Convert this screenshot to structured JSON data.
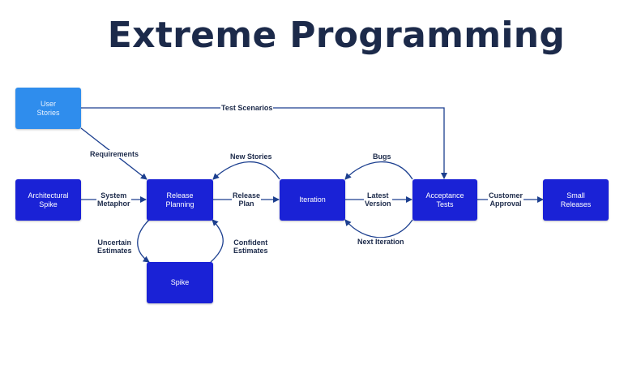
{
  "title": "Extreme Programming",
  "colors": {
    "node": "#1a22d6",
    "node_light": "#2f8ded",
    "edge": "#1c3f8f",
    "title": "#1c2a4a"
  },
  "nodes": {
    "user_stories": "User\nStories",
    "architectural_spike": "Architectural\nSpike",
    "release_planning": "Release\nPlanning",
    "iteration": "Iteration",
    "acceptance_tests": "Acceptance\nTests",
    "small_releases": "Small\nReleases",
    "spike": "Spike"
  },
  "edges": {
    "test_scenarios": "Test Scenarios",
    "requirements": "Requirements",
    "system_metaphor": "System\nMetaphor",
    "release_plan": "Release\nPlan",
    "new_stories": "New Stories",
    "bugs": "Bugs",
    "latest_version": "Latest\nVersion",
    "next_iteration": "Next Iteration",
    "customer_approval": "Customer\nApproval",
    "uncertain_estimates": "Uncertain\nEstimates",
    "confident_estimates": "Confident\nEstimates"
  }
}
